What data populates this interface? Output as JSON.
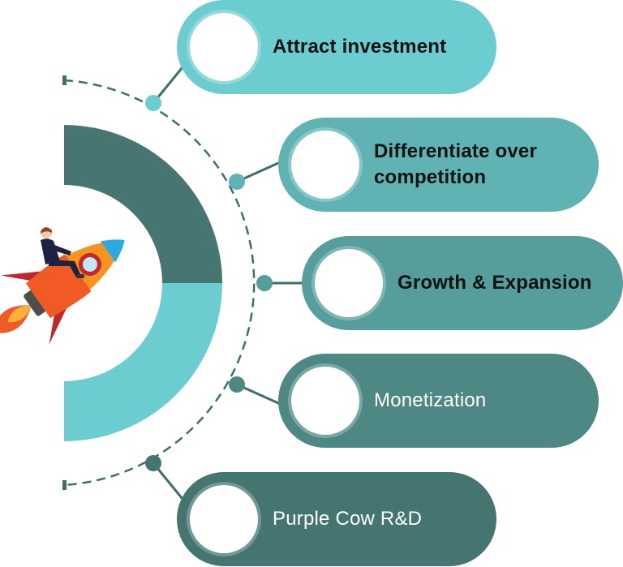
{
  "diagram": {
    "steps": [
      {
        "label": "Attract investment",
        "color": "#6ccdd0",
        "text_color": "#111111"
      },
      {
        "label": "Differentiate over competition",
        "color": "#5fb3b3",
        "text_color": "#111111"
      },
      {
        "label": "Growth & Expansion",
        "color": "#559e9b",
        "text_color": "#111111"
      },
      {
        "label": "Monetization",
        "color": "#4e8885",
        "text_color": "#ffffff"
      },
      {
        "label": "Purple Cow R&D",
        "color": "#457571",
        "text_color": "#ffffff"
      }
    ],
    "arc_colors": {
      "upper": "#477572",
      "lower": "#6ccdd0",
      "connector": "#3f6e6c"
    },
    "illustration": {
      "icon": "rocket-icon",
      "rider": "businessman-icon"
    }
  }
}
